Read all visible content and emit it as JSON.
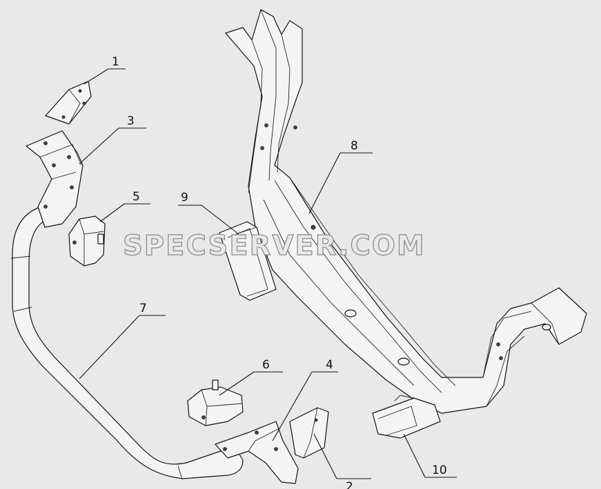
{
  "watermark": "SPECSERVER.COM",
  "callouts": {
    "c1": "1",
    "c2": "2",
    "c3": "3",
    "c4": "4",
    "c5": "5",
    "c6": "6",
    "c7": "7",
    "c8": "8",
    "c9": "9",
    "c10": "10"
  }
}
